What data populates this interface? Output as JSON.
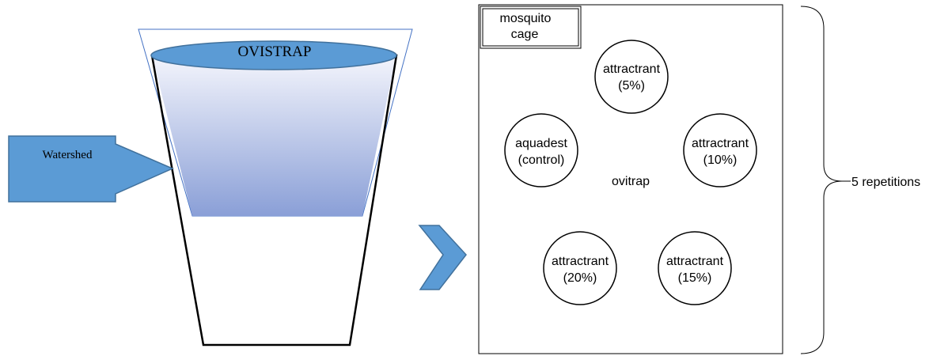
{
  "ovitrap": {
    "title": "OVISTRAP",
    "watershed_label": "Watershed"
  },
  "cage": {
    "label_line1": "mosquito",
    "label_line2": "cage",
    "center_label": "ovitrap",
    "circles": [
      {
        "line1": "attractrant",
        "line2": "(5%)"
      },
      {
        "line1": "aquadest",
        "line2": "(control)"
      },
      {
        "line1": "attractrant",
        "line2": "(10%)"
      },
      {
        "line1": "attractrant",
        "line2": "(20%)"
      },
      {
        "line1": "attractrant",
        "line2": "(15%)"
      }
    ]
  },
  "repetitions_label": "5 repetitions",
  "colors": {
    "arrow_fill": "#5b9bd5",
    "arrow_stroke": "#41719c",
    "lid_fill": "#5b9bd5",
    "water_top": "#eef0fb",
    "water_bottom": "#8fa2d8",
    "outline": "#000000"
  }
}
